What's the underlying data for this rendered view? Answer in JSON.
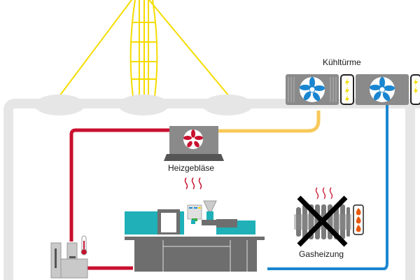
{
  "labels": {
    "cooling_towers": "Kühltürme",
    "heater_blower": "Heizgebläse",
    "gas_heating": "Gasheizung"
  },
  "colors": {
    "hot_pipe": "#c8102e",
    "warm_pipe": "#f7c95a",
    "cold_pipe": "#1a86d0",
    "light_rays": "#f5dc00",
    "building": "#e6e6e6",
    "machine_teal": "#1fb0b8",
    "machine_gray": "#6e6e6e",
    "fan_blue": "#1a86d0",
    "fan_red": "#c8102e",
    "cross": "#000000"
  },
  "components": [
    {
      "id": "skylight-dome",
      "icon": "skylight-dome-icon"
    },
    {
      "id": "cooling-tower-1",
      "icon": "fan-icon",
      "power": "lightning-icon"
    },
    {
      "id": "cooling-tower-2",
      "icon": "fan-icon",
      "power": "lightning-icon"
    },
    {
      "id": "heater-blower",
      "icon": "fan-icon"
    },
    {
      "id": "injection-molding-machine",
      "icon": "machine-icon"
    },
    {
      "id": "temperature-control-unit",
      "icon": "thermometer-icon"
    },
    {
      "id": "gas-heating",
      "icon": "radiator-icon",
      "status": "crossed-out"
    }
  ]
}
